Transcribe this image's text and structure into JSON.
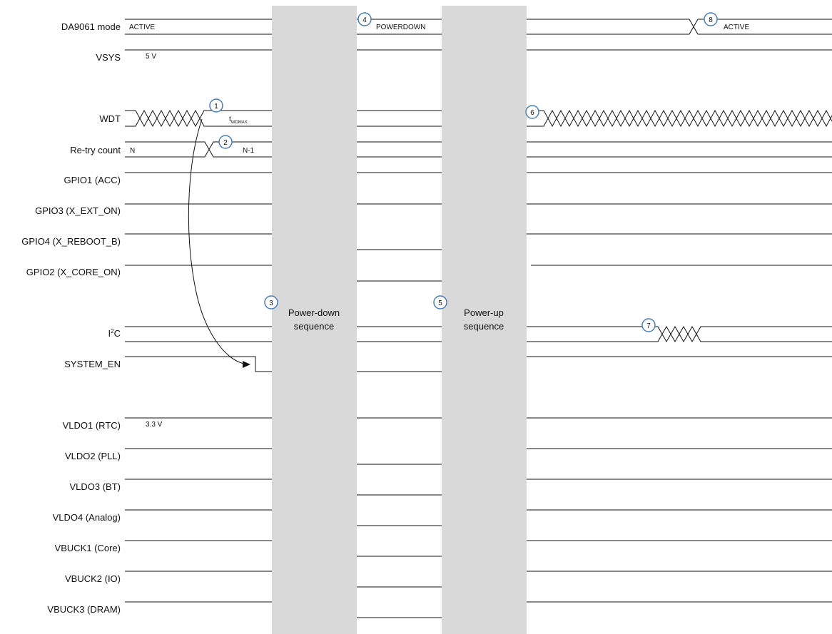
{
  "signals": [
    {
      "id": "mode",
      "label": "DA9061 mode"
    },
    {
      "id": "vsys",
      "label": "VSYS"
    },
    {
      "id": "wdt",
      "label": "WDT"
    },
    {
      "id": "retry",
      "label": "Re-try count"
    },
    {
      "id": "gpio1",
      "label": "GPIO1 (ACC)"
    },
    {
      "id": "gpio3",
      "label": "GPIO3 (X_EXT_ON)"
    },
    {
      "id": "gpio4",
      "label": "GPIO4 (X_REBOOT_B)"
    },
    {
      "id": "gpio2",
      "label": "GPIO2 (X_CORE_ON)"
    },
    {
      "id": "i2c",
      "label": "I",
      "label_sup": "2",
      "label_tail": "C"
    },
    {
      "id": "system_en",
      "label": "SYSTEM_EN"
    },
    {
      "id": "vldo1",
      "label": "VLDO1 (RTC)"
    },
    {
      "id": "vldo2",
      "label": "VLDO2 (PLL)"
    },
    {
      "id": "vldo3",
      "label": "VLDO3 (BT)"
    },
    {
      "id": "vldo4",
      "label": "VLDO4 (Analog)"
    },
    {
      "id": "vbuck1",
      "label": "VBUCK1 (Core)"
    },
    {
      "id": "vbuck2",
      "label": "VBUCK2 (IO)"
    },
    {
      "id": "vbuck3",
      "label": "VBUCK3 (DRAM)"
    }
  ],
  "values": {
    "mode_active_1": "ACTIVE",
    "mode_powerdown": "POWERDOWN",
    "mode_active_2": "ACTIVE",
    "vsys": "5 V",
    "wdt_t": "t",
    "wdt_sub": "WDMAX",
    "retry_n": "N",
    "retry_n1": "N-1",
    "vldo1": "3.3 V"
  },
  "phases": {
    "powerdown_line1": "Power-down",
    "powerdown_line2": "sequence",
    "powerup_line1": "Power-up",
    "powerup_line2": "sequence"
  },
  "markers": [
    "1",
    "2",
    "3",
    "4",
    "5",
    "6",
    "7",
    "8"
  ],
  "colors": {
    "phase_fill": "#d9d9d9",
    "marker_stroke": "#4a7ebb",
    "line": "#111111"
  }
}
